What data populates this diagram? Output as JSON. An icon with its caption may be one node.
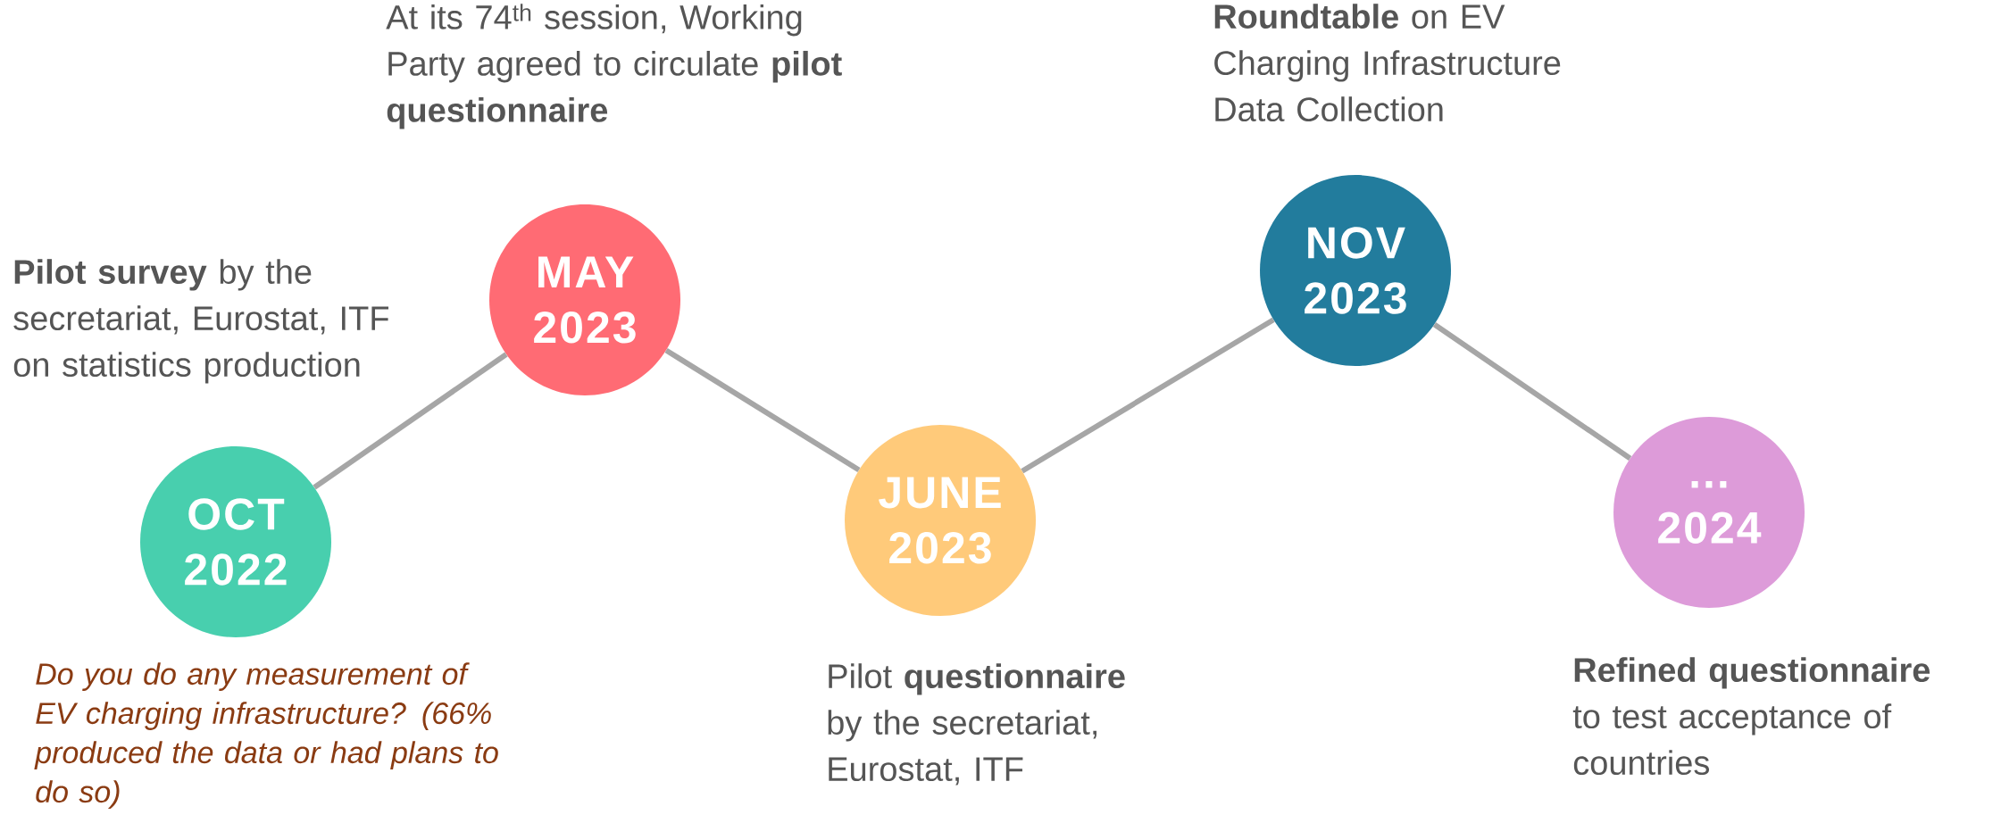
{
  "diagram": {
    "nodes": [
      {
        "text": [
          "OCT 2022"
        ],
        "beside": [
          "**Pilot survey** by the secretariat, Eurostat, ITF on statistics production",
          "Do you do any measurement of EV charging infrastructure? (66% produced the data or had plans to do so)"
        ]
      },
      {
        "text": [
          "MAY 2023"
        ],
        "beside": [
          "At its 74$^{th}$ session, Working Party agreed to circulate **pilot questionnaire**"
        ]
      },
      {
        "text": [
          "JUNE 2023"
        ],
        "beside": [
          "Pilot **questionnaire** by the secretariat, Eurostat, ITF"
        ]
      },
      {
        "text": [
          "NOV 2023"
        ],
        "beside": [
          "**Roundtable** on EV Charging Infrastructure Data Collection"
        ]
      },
      {
        "text": [
          "... 2024"
        ],
        "beside": [
          "**Refined questionnaire** to test acceptance of countries"
        ]
      }
    ],
    "edges": [
      {
        "from": 0,
        "to": 1,
        "arrow": "none"
      },
      {
        "from": 1,
        "to": 2,
        "arrow": "none"
      },
      {
        "from": 2,
        "to": 3,
        "arrow": "none"
      },
      {
        "from": 3,
        "to": 4,
        "arrow": "none"
      }
    ]
  }
}
